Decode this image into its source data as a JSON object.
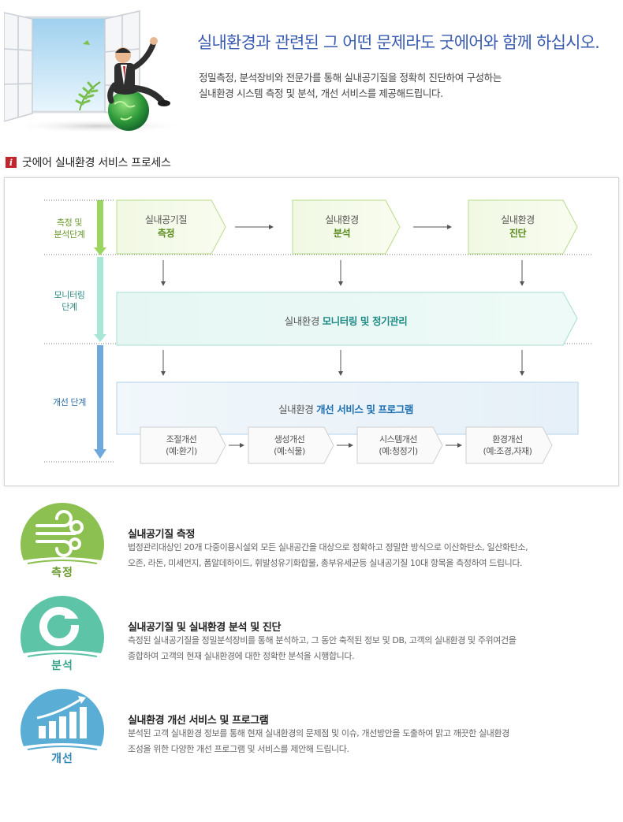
{
  "hero": {
    "headline": "실내환경과 관련된 그 어떤 문제라도 굿에어와 함께 하십시오.",
    "desc_line1": "정밀측정, 분석장비와 전문가를 통해 실내공기질을 정확히 진단하여 구성하는",
    "desc_line2": "실내환경 시스템 측정 및 분석, 개선 서비스를 제공해드립니다."
  },
  "section": {
    "badge": "i",
    "title": "굿에어 실내환경 서비스 프로세스"
  },
  "process": {
    "stages": [
      {
        "line1": "측정 및",
        "line2": "분석단계"
      },
      {
        "line1": "모니터링",
        "line2": "단계"
      },
      {
        "line1": "개선 단계",
        "line2": ""
      }
    ],
    "top_boxes": [
      {
        "line1": "실내공기질",
        "line2": "측정"
      },
      {
        "line1": "실내환경",
        "line2": "분석"
      },
      {
        "line1": "실내환경",
        "line2": "진단"
      }
    ],
    "monitoring": {
      "prefix": "실내환경 ",
      "emph": "모니터링 및 정기관리"
    },
    "improvement": {
      "prefix": "실내환경 ",
      "emph": "개선 서비스 및 프로그램"
    },
    "sub_boxes": [
      {
        "line1": "조절개선",
        "line2": "(예:환기)"
      },
      {
        "line1": "생성개선",
        "line2": "(예:식물)"
      },
      {
        "line1": "시스템개선",
        "line2": "(예:청정기)"
      },
      {
        "line1": "환경개선",
        "line2": "(예:조경,자재)"
      }
    ]
  },
  "services": [
    {
      "icon": "fan-wind-icon",
      "word": "측정",
      "color": "#8cc152",
      "title": "실내공기질 측정",
      "desc_line1": "법정관리대상인 20개 다중이용시설외 모든 실내공간을 대상으로 정확하고 정밀한 방식으로 이산화탄소, 일산화탄소,",
      "desc_line2": "오존, 라돈, 미세먼지, 폼알데하이드, 휘발성유기화합물, 총부유세균등 실내공기질 10대 항목을 측정하여 드립니다."
    },
    {
      "icon": "pie-chart-icon",
      "word": "분석",
      "color": "#5ec4a8",
      "title": "실내공기질 및 실내환경 분석 및 진단",
      "desc_line1": "측정된 실내공기질을 정밀분석장비를 통해 분석하고, 그 동안 축적된 정보 및 DB, 고객의 실내환경 및 주위여건을",
      "desc_line2": "종합하여 고객의 현재 실내환경에 대한 정확한 분석을 시행합니다."
    },
    {
      "icon": "bar-growth-icon",
      "word": "개선",
      "color": "#5aaed6",
      "title": "실내환경 개선 서비스 및 프로그램",
      "desc_line1": "분석된 고객 실내환경 정보를 통해 현재 실내환경의 문제점 및 이슈, 개선방안을 도출하여 맑고 깨끗한 실내환경",
      "desc_line2": "조성을 위한 다양한 개선 프로그램 및 서비스를 제안해 드립니다."
    }
  ]
}
